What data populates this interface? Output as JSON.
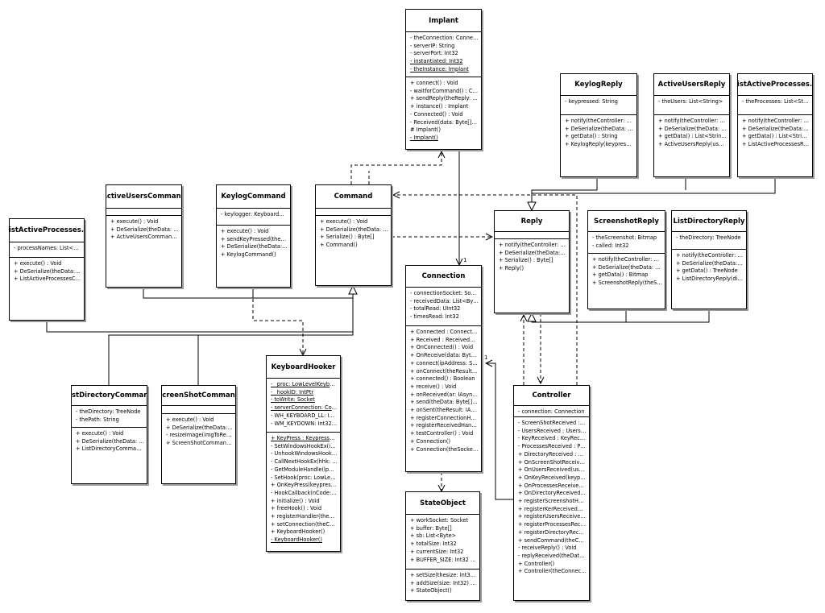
{
  "classes": [
    {
      "id": "Implant",
      "title": "Implant",
      "fields": [
        "- theConnection: Connection",
        "- serverIP: String",
        "- serverPort: Int32",
        "- instantiated: Int32",
        "- theInstance: Implant"
      ],
      "methods": [
        "+ connect() : Void",
        "- waitforCommand() : Com...",
        "+ sendReply(theReply: Repl...",
        "+ instance() : Implant",
        "- Connected() : Void",
        "- Received(data: Byte[]) :...",
        "# Implant()",
        "- Implant()"
      ]
    },
    {
      "id": "KeylogReply",
      "title": "KeylogReply",
      "fields": [
        "- keypressed: String"
      ],
      "methods": [
        "+ notify(theController: Contr...",
        "+ DeSerialize(theData: Byte...",
        "+ getData() : String",
        "+ KeylogReply(keypressed:..."
      ]
    },
    {
      "id": "ActiveUsersReply",
      "title": "ActiveUsersReply",
      "fields": [
        "- theUsers: List<String>"
      ],
      "methods": [
        "+ notify(theController: Contr...",
        "+ DeSerialize(theData: Byte...",
        "+ getData() : List<String>",
        "+ ActiveUsersReply(users:..."
      ]
    },
    {
      "id": "ListActiveProcessesReply",
      "title": "ListActiveProcesses...",
      "fields": [
        "- theProcesses: List<String>"
      ],
      "methods": [
        "+ notify(theController: Contr...",
        "+ DeSerialize(theData: Byte...",
        "+ getData() : List<String>",
        "+ ListActiveProcessesReply(..."
      ]
    },
    {
      "id": "ActiveUsersCommand",
      "title": "ActiveUsersCommand",
      "fields": [],
      "methods": [
        "+ execute() : Void",
        "+ DeSerialize(theData: Byte...",
        "+ ActiveUsersCommand()"
      ]
    },
    {
      "id": "KeylogCommand",
      "title": "KeylogCommand",
      "fields": [
        "- keylogger: KeyboardHook..."
      ],
      "methods": [
        "+ execute() : Void",
        "+ sendKeyPressed(theKey:...",
        "+ DeSerialize(theData: Byte...",
        "+ KeylogCommand()"
      ]
    },
    {
      "id": "Command",
      "title": "Command",
      "fields": [],
      "methods": [
        "+ execute() : Void",
        "+ DeSerialize(theData: Byte...",
        "+ Serialize() : Byte[]",
        "+ Command()"
      ]
    },
    {
      "id": "Reply",
      "title": "Reply",
      "fields": [],
      "methods": [
        "+ notify(theController: Contr...",
        "+ DeSerialize(theData: Byte...",
        "+ Serialize() : Byte[]",
        "+ Reply()"
      ]
    },
    {
      "id": "ScreenshotReply",
      "title": "ScreenshotReply",
      "fields": [
        "- theScreenshot: Bitmap",
        "- called: Int32"
      ],
      "methods": [
        "+ notify(theController: Contr...",
        "+ DeSerialize(theData: Byte...",
        "+ getData() : Bitmap",
        "+ ScreenshotReply(theScre..."
      ]
    },
    {
      "id": "ListDirectoryReply",
      "title": "ListDirectoryReply",
      "fields": [
        "- theDirectory: TreeNode"
      ],
      "methods": [
        "+ notify(theController: Contr...",
        "+ DeSerialize(theData: Byte...",
        "+ getData() : TreeNode",
        "+ ListDirectoryReply(directo..."
      ]
    },
    {
      "id": "ListActiveProcessesCommand",
      "title": "ListActiveProcesses...",
      "fields": [
        "- processNames: List<Strin..."
      ],
      "methods": [
        "+ execute() : Void",
        "+ DeSerialize(theData: Byte...",
        "+ ListActiveProcessesComm..."
      ]
    },
    {
      "id": "Connection",
      "title": "Connection",
      "fields": [
        "- connectionSocket: Socket",
        "- receivedData: List<Byte>",
        "- totalRead: UInt32",
        "- timesRead: Int32"
      ],
      "methods": [
        "+ Connected : ConnectedH...",
        "+ Received : ReceivedHand...",
        "+ OnConnected() : Void",
        "+ OnReceive(data: Byte[])...",
        "+ connect(ipAddress: String...",
        "+ onConnect(theResult: IAs...",
        "+ connected() : Boolean",
        "+ receive() : Void",
        "+ onReceived(ar: IAsyncRe...",
        "+ send(theData: Byte[]) : V...",
        "+ onSent(theResult: IAsync...",
        "+ registerConnectionHandle...",
        "+ registerReceivedHandler(...",
        "+ testController() : Void",
        "+ Connection()",
        "+ Connection(theSocket: S..."
      ]
    },
    {
      "id": "KeyboardHooker",
      "title": "KeyboardHooker",
      "fields": [
        "- _proc: LowLevelKeyboard...",
        "- _hookID: IntPtr",
        "- toWrite: Socket",
        "- serverConnection: Conne...",
        "- WH_KEYBOARD_LL: Int32...",
        "- WM_KEYDOWN: Int32 = ..."
      ],
      "methods": [
        "+ KeyPress : KeypressHand...",
        "- SetWindowsHookEx(idHoo...",
        "- UnhookWindowsHookEx(...",
        "- CallNextHookEx(hhk: Int...",
        "- GetModuleHandle(lpModu...",
        "- SetHook(proc: LowLevelK...",
        "+ OnKeyPress(keypressed:...",
        "- HookCallback(nCode: Int...",
        "+ initialize() : Void",
        "+ freeHook() : Void",
        "+ registerHandler(theHandl...",
        "+ setConnection(theConne...",
        "+ KeyboardHooker()",
        "- KeyboardHooker()"
      ]
    },
    {
      "id": "ListDirectoryCommand",
      "title": "ListDirectoryCommand",
      "fields": [
        "- theDirectory: TreeNode",
        "- thePath: String"
      ],
      "methods": [
        "+ execute() : Void",
        "+ DeSerialize(theData: Byte...",
        "+ ListDirectoryCommand(p..."
      ]
    },
    {
      "id": "ScreenShotCommand",
      "title": "ScreenShotCommand",
      "fields": [],
      "methods": [
        "+ execute() : Void",
        "+ DeSerialize(theData: Byte...",
        "- resizeImage(imgToResize:...",
        "+ ScreenShotCommand()"
      ]
    },
    {
      "id": "StateObject",
      "title": "StateObject",
      "fields": [
        "+ workSocket: Socket",
        "+ buffer: Byte[]",
        "+ sb: List<Byte>",
        "+ totalSize: Int32",
        "+ currentSize: Int32",
        "+ BUFFER_SIZE: Int32 = 3..."
      ],
      "methods": [
        "+ setSize(thesize: Int32) :...",
        "+ addSize(size: Int32) : Void",
        "+ StateObject()"
      ]
    },
    {
      "id": "Controller",
      "title": "Controller",
      "fields": [
        "- connection: Connection"
      ],
      "methods": [
        "- ScreenShotReceived : Scr...",
        "- UsersReceived : UsersRe...",
        "- KeyReceived : KeyReceiv...",
        "- ProcessesReceived : Proc...",
        "+ DirectoryReceived : Direc...",
        "+ OnScreenShotReceived(...",
        "+ OnUsersReceived(users:...",
        "+ OnKeyReceived(keypress...",
        "+ OnProcessesReceived(pro...",
        "+ OnDirectoryReceived(dire...",
        "+ registerScreenshotHandle...",
        "+ registerKerReceivedHandl...",
        "+ registerUsersReceivedHa...",
        "+ registerProcessesReceive...",
        "+ registerDirectoryReceived...",
        "+ sendCommand(theComm...",
        "- receiveReply() : Void",
        "- replyReceived(theData: B...",
        "+ Controller()",
        "+ Controller(theConnection:..."
      ]
    }
  ],
  "multiplicities": [
    "1",
    "1"
  ],
  "colors": {
    "line": "#000000",
    "shadow": "#9a9a9a",
    "background": "#ffffff"
  }
}
